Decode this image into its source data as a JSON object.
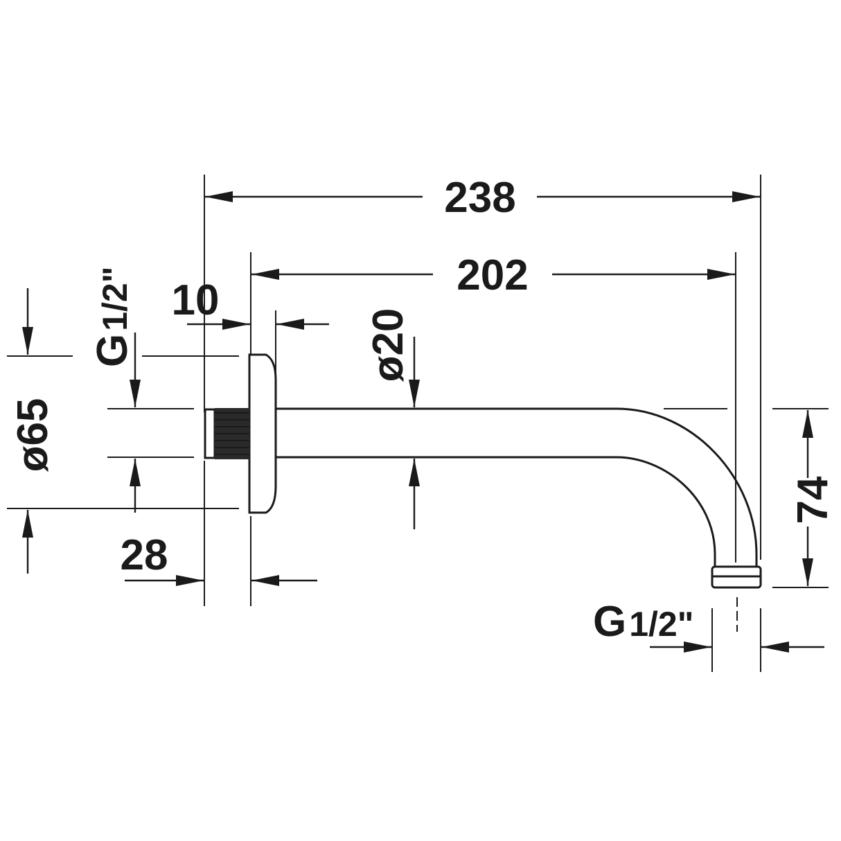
{
  "dimensions": {
    "overall_length": "238",
    "arm_length": "202",
    "flange_thickness": "10",
    "inlet_thread": "G1/2\"",
    "inlet_thread_prefix": "G",
    "inlet_thread_size": "1/2\"",
    "flange_diameter": "ø65",
    "tube_diameter": "ø20",
    "thread_length": "28",
    "drop_height": "74",
    "outlet_thread_prefix": "G",
    "outlet_thread_size": "1/2\""
  },
  "colors": {
    "ink": "#1a1a1a",
    "background": "#ffffff"
  }
}
